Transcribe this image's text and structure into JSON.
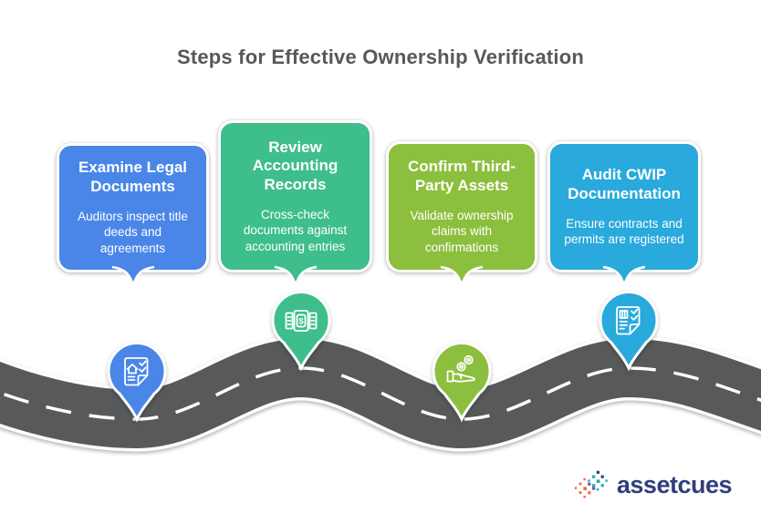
{
  "title": "Steps for Effective Ownership Verification",
  "title_color": "#57585B",
  "steps": [
    {
      "title": "Examine Legal Documents",
      "description": "Auditors inspect title deeds and agreements",
      "color": "#4A86E8",
      "icon": "house-document-checklist-icon"
    },
    {
      "title": "Review Accounting Records",
      "description": "Cross-check documents against accounting entries",
      "color": "#3EBE8B",
      "icon": "banknotes-icon"
    },
    {
      "title": "Confirm Third-Party Assets",
      "description": "Validate ownership claims with confirmations",
      "color": "#8CBF3D",
      "icon": "hand-coins-icon"
    },
    {
      "title": "Audit CWIP Documentation",
      "description": "Ensure contracts and permits are registered",
      "color": "#29A9DC",
      "icon": "document-checklist-icon"
    }
  ],
  "road": {
    "color": "#58595B",
    "lane_line_color": "#FFFFFF",
    "edge_color": "#FFFFFF"
  },
  "logo": {
    "text": "assetcues",
    "color": "#2F3E7D",
    "mark_colors": {
      "orange": "#F2693C",
      "teal": "#1FADAD",
      "navy": "#2E3E7C",
      "purple": "#7C4FA1"
    }
  }
}
